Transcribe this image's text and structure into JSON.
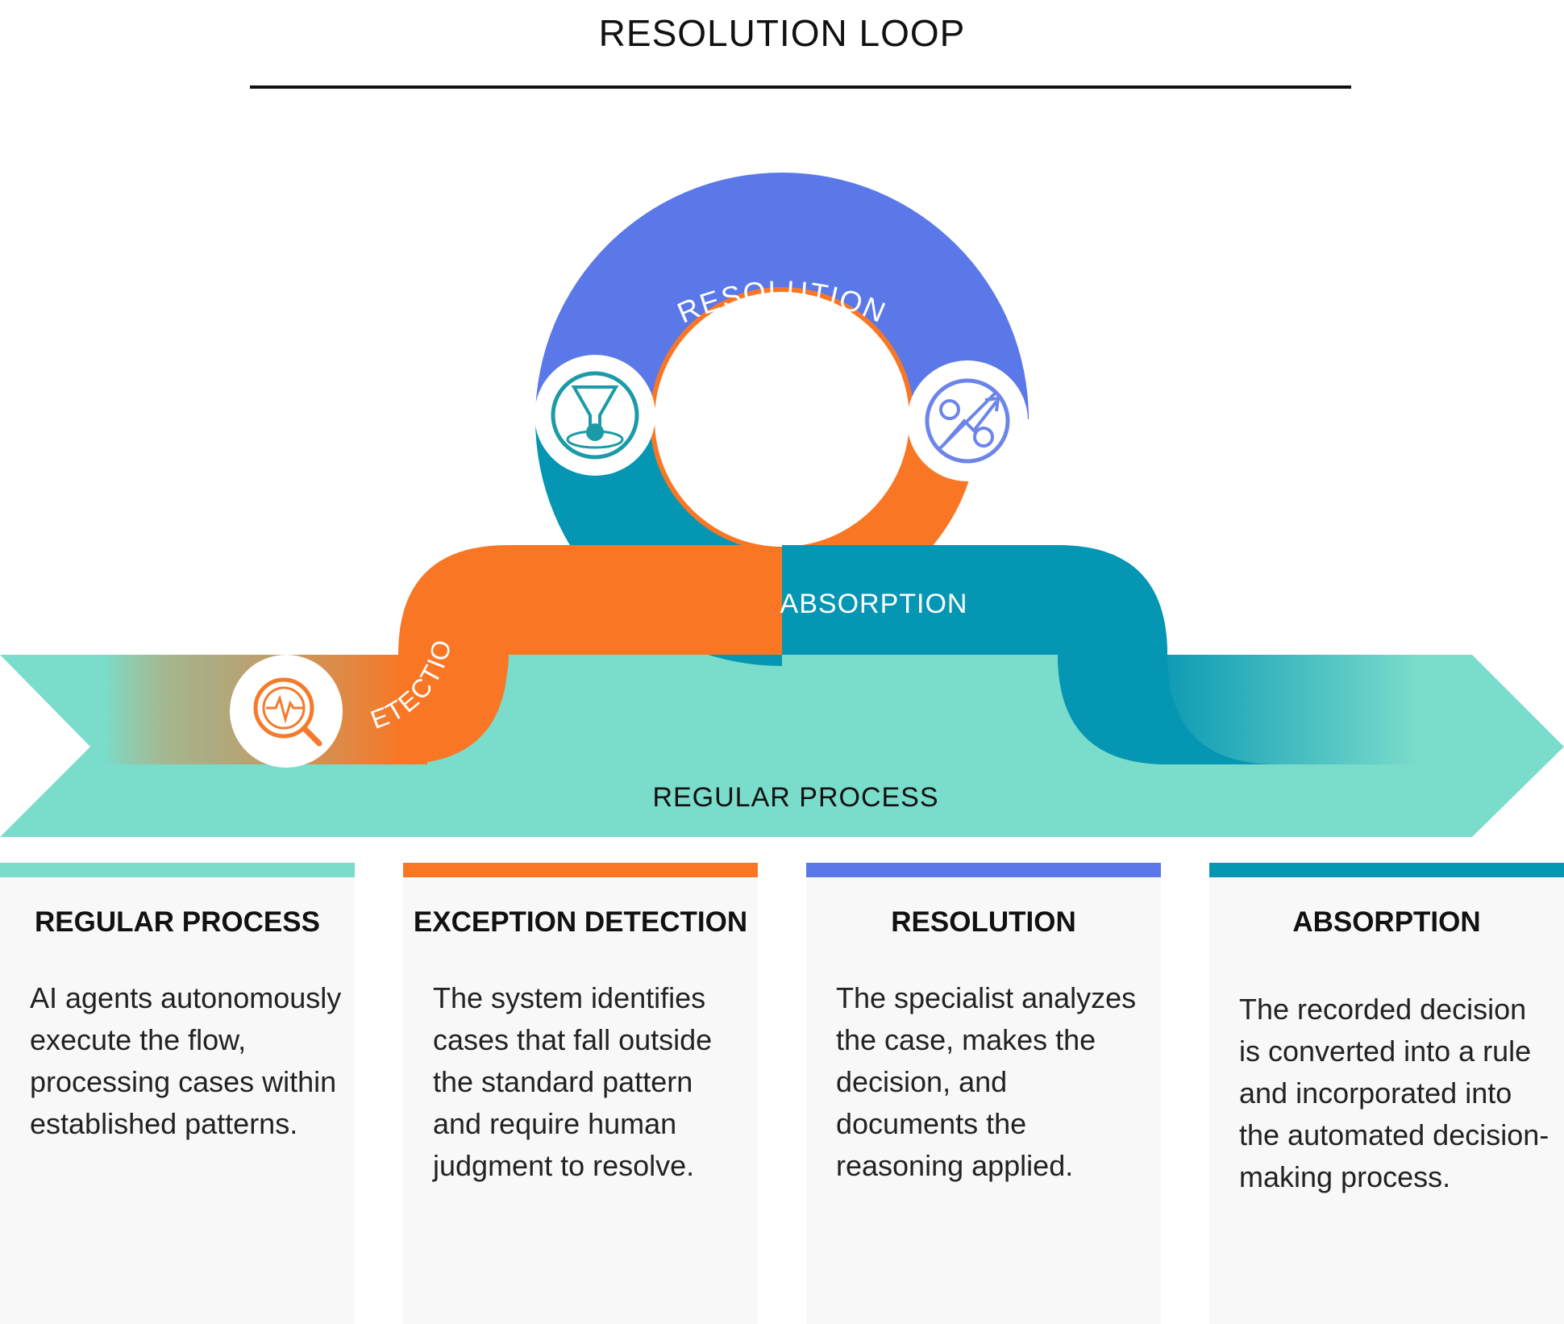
{
  "title": "RESOLUTION LOOP",
  "diagram": {
    "loop_labels": {
      "resolution": "RESOLUTION",
      "absorption": "ABSORPTION",
      "detection": "DETECTION",
      "regular_process": "REGULAR PROCESS"
    },
    "icons": [
      {
        "name": "detection-magnifier-icon",
        "color": "#F47A2C"
      },
      {
        "name": "funnel-decision-icon",
        "color": "#1B9AA8"
      },
      {
        "name": "gears-growth-arrow-icon",
        "color": "#6C85E8"
      }
    ]
  },
  "colors": {
    "regular": "#7ADCCB",
    "detection": "#F97724",
    "resolution": "#5B78E8",
    "absorption": "#0596B3"
  },
  "cards": [
    {
      "heading": "REGULAR PROCESS",
      "text": "AI agents autonomously execute the flow, processing cases within established patterns."
    },
    {
      "heading": "EXCEPTION DETECTION",
      "text": "The system identifies cases that fall outside the standard pattern and require human judgment to resolve."
    },
    {
      "heading": "RESOLUTION",
      "text": "The specialist analyzes the case, makes the decision, and documents the reasoning applied."
    },
    {
      "heading": "ABSORPTION",
      "text": "The recorded decision is converted into a rule and incorporated into the automated decision-making process."
    }
  ]
}
